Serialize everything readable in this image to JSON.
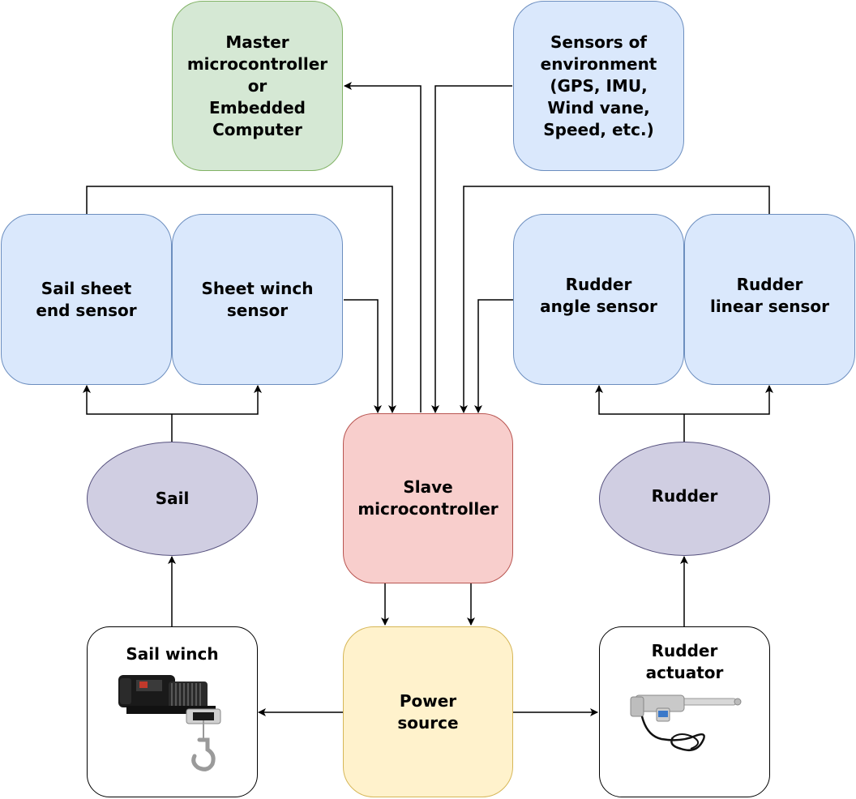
{
  "nodes": {
    "master": [
      "Master",
      "microcontroller",
      "or",
      "Embedded",
      "Computer"
    ],
    "sensors_env": [
      "Sensors of",
      "environment",
      "(GPS, IMU,",
      "Wind vane,",
      "Speed, etc.)"
    ],
    "sail_sheet_end": [
      "Sail sheet",
      "end sensor"
    ],
    "sheet_winch": [
      "Sheet winch",
      "sensor"
    ],
    "rudder_angle": [
      "Rudder",
      "angle sensor"
    ],
    "rudder_linear": [
      "Rudder",
      "linear sensor"
    ],
    "slave": [
      "Slave",
      "microcontroller"
    ],
    "sail": [
      "Sail"
    ],
    "rudder": [
      "Rudder"
    ],
    "sail_winch": [
      "Sail winch"
    ],
    "power": [
      "Power",
      "source"
    ],
    "rudder_actuator": [
      "Rudder",
      "actuator"
    ]
  },
  "colors": {
    "sensor_fill": "#dae8fc",
    "sensor_stroke": "#6c8ebf",
    "master_fill": "#d5e8d4",
    "master_stroke": "#82b366",
    "slave_fill": "#f8cecc",
    "slave_stroke": "#b85450",
    "power_fill": "#fff2cc",
    "power_stroke": "#d6b656",
    "ellipse_fill": "#d0cee2",
    "ellipse_stroke": "#56517e",
    "connector": "#000000"
  },
  "icons": {
    "sail_winch": "winch-photo-icon",
    "rudder_actuator": "linear-actuator-photo-icon"
  }
}
